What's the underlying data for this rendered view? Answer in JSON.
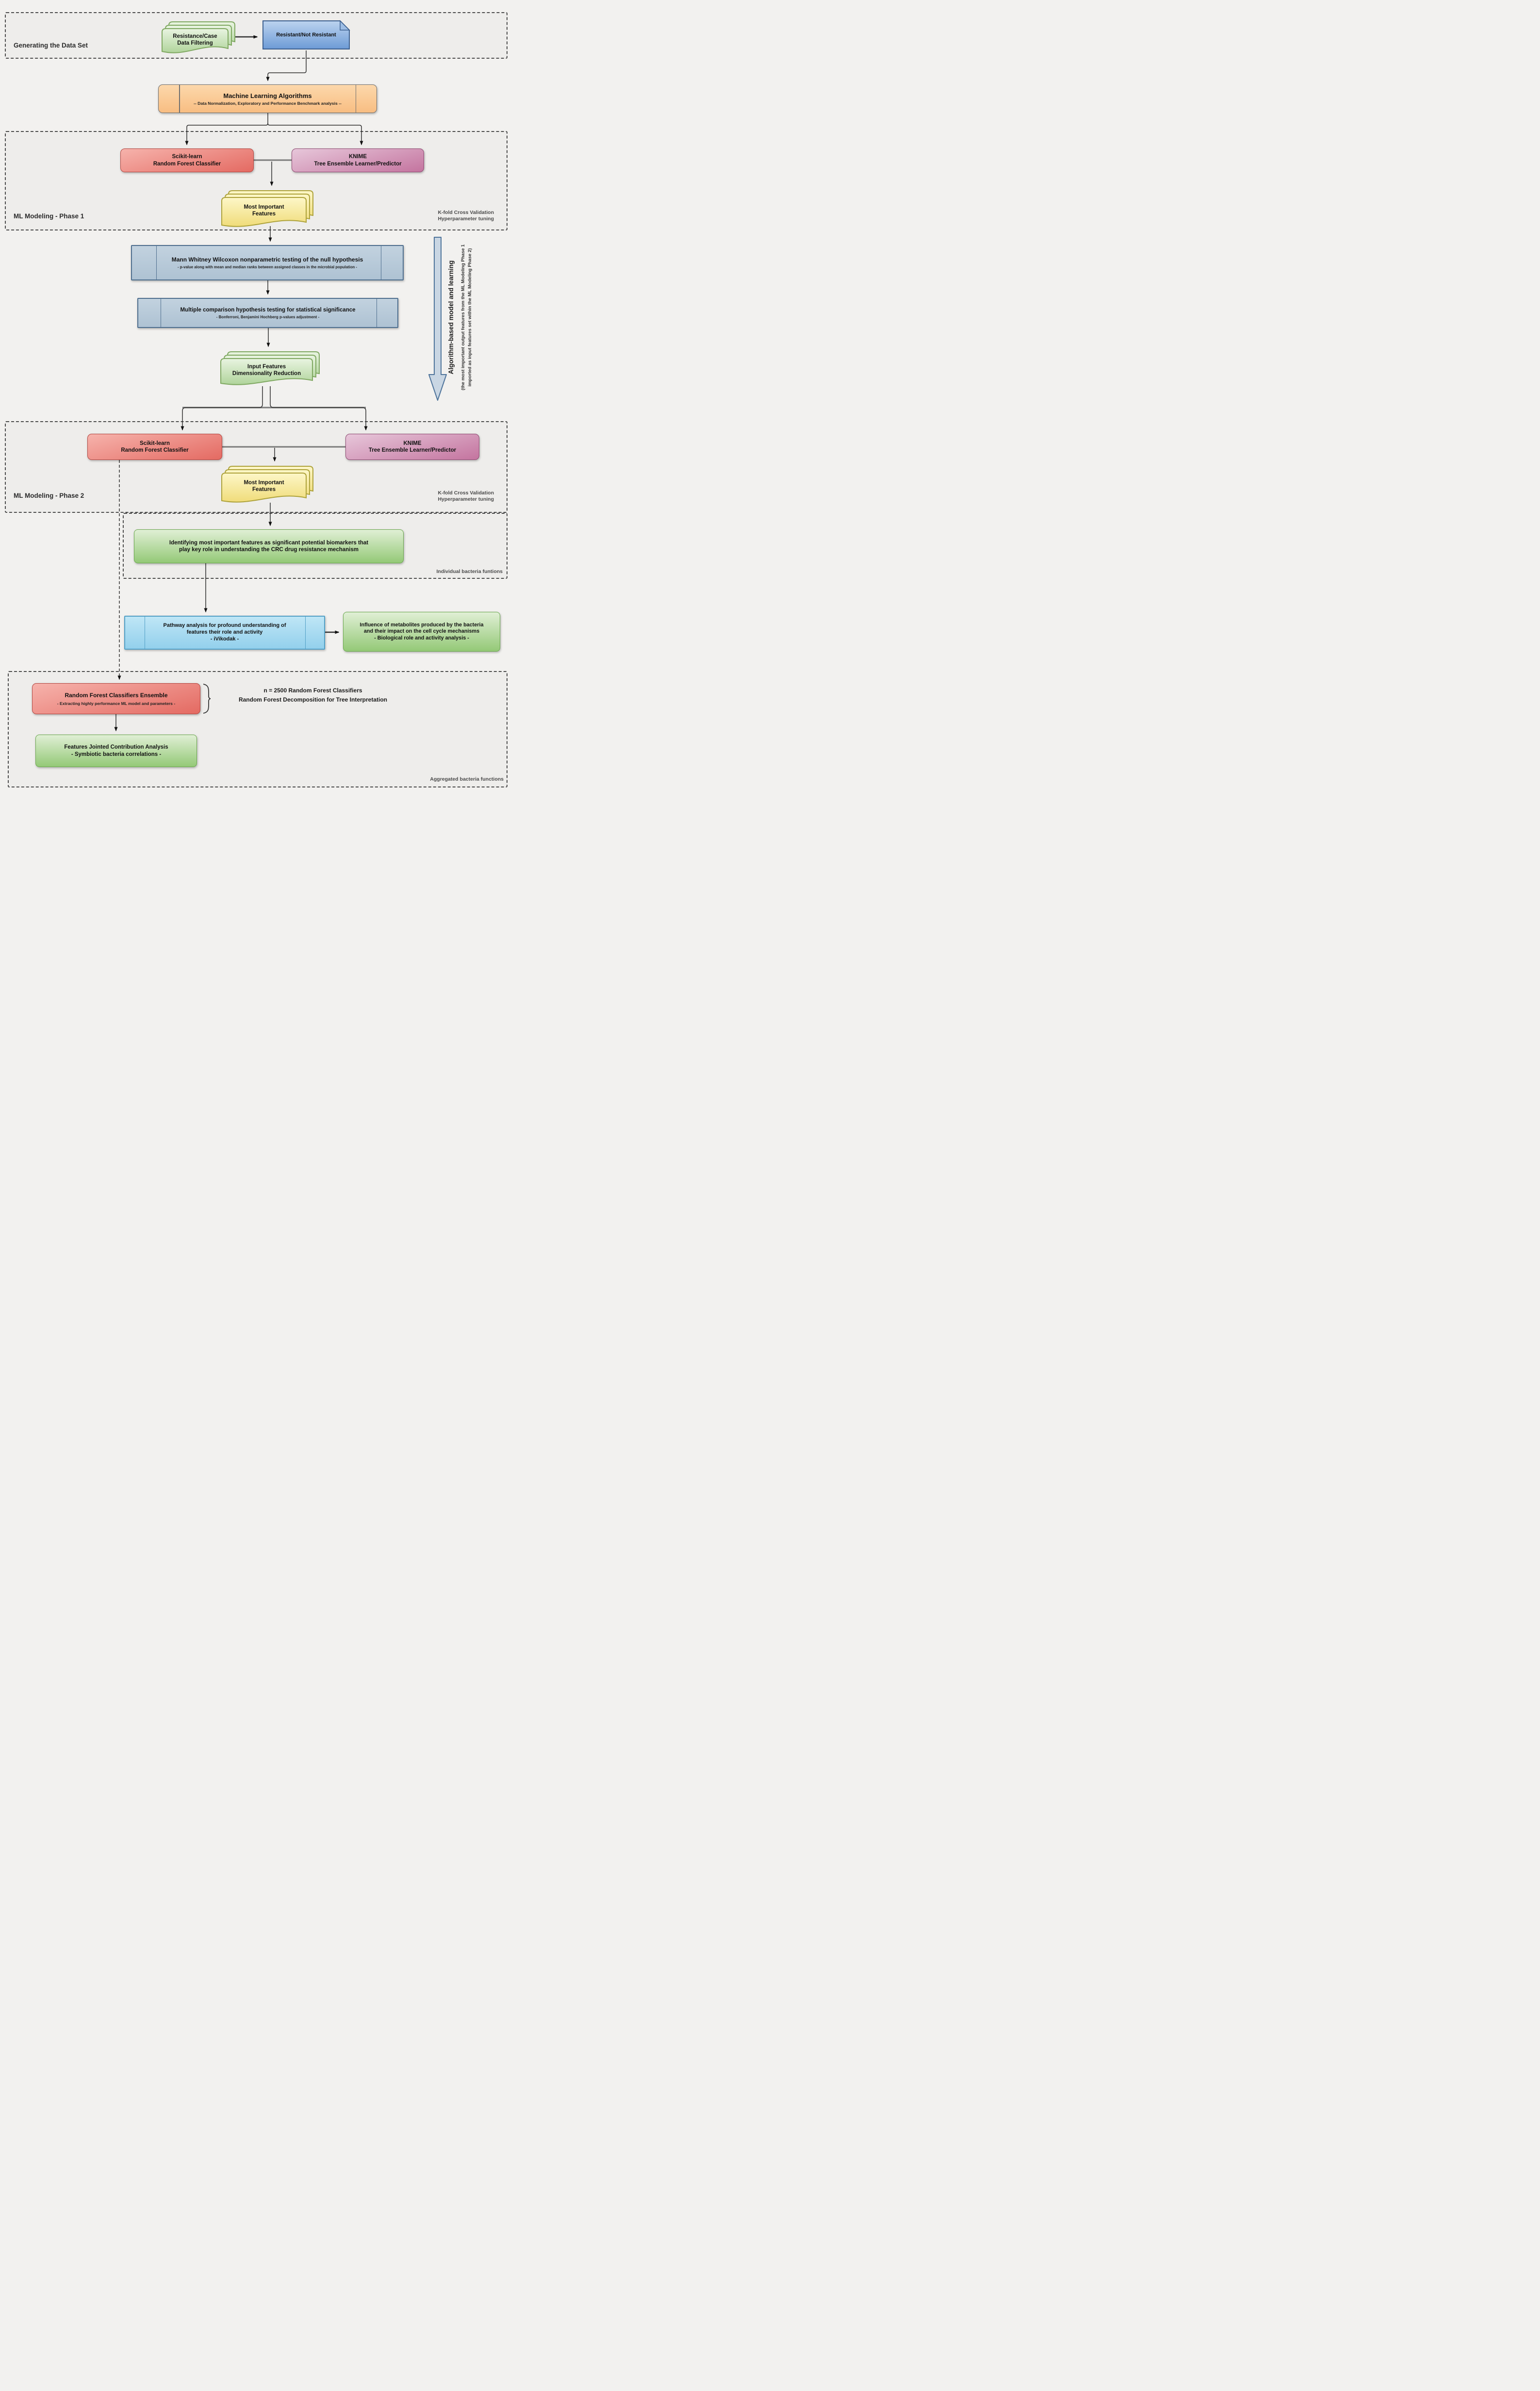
{
  "sections": {
    "generating_dataset": {
      "label": "Generating the Data Set"
    },
    "ml_phase1": {
      "label": "ML Modeling - Phase 1",
      "note": "K-fold Cross Validation\nHyperparameter tuning"
    },
    "ml_phase2": {
      "label": "ML Modeling - Phase 2",
      "note": "K-fold Cross Validation\nHyperparameter tuning"
    },
    "individual_bacteria": {
      "note": "Individual bacteria funtions"
    },
    "aggregated_bacteria": {
      "note": "Aggregated bacteria functions"
    }
  },
  "nodes": {
    "resistance_case": {
      "label": "Resistance/Case\nData Filtering"
    },
    "resistant_not": {
      "label": "Resistant/Not Resistant"
    },
    "ml_algorithms": {
      "title": "Machine Learning Algorithms",
      "subtitle": "-- Data Normalization, Exploratory and Performance Benchmark analysis --"
    },
    "sklearn_rf_p1": {
      "label": "Scikit-learn\nRandom Forest Classifier"
    },
    "knime_p1": {
      "label": "KNIME\nTree Ensemble Learner/Predictor"
    },
    "most_important_p1": {
      "label": "Most Important\nFeatures"
    },
    "mann_whitney": {
      "title": "Mann Whitney Wilcoxon nonparametric testing of the null hypothesis",
      "subtitle": "- p-value along with mean and median ranks between assigned classes in the microbial population -"
    },
    "multiple_comparison": {
      "title": "Multiple comparison hypothesis testing for statistical significance",
      "subtitle": "- Bonferroni, Benjamini Hochberg p-values adjustment -"
    },
    "input_features": {
      "label": "Input Features\nDimensionality Reduction"
    },
    "sklearn_rf_p2": {
      "label": "Scikit-learn\nRandom Forest Classifier"
    },
    "knime_p2": {
      "label": "KNIME\nTree Ensemble Learner/Predictor"
    },
    "most_important_p2": {
      "label": "Most Important\nFeatures"
    },
    "biomarkers": {
      "label": "Identifying most important features as significant potential biomarkers that\nplay key role in understanding the CRC drug resistance mechanism"
    },
    "pathway_analysis": {
      "label": "Pathway analysis for profound understanding of\nfeatures their role and activity\n- iVikodak -"
    },
    "metabolites": {
      "label": "Influence of metabolites produced by the bacteria\nand their impact on the cell cycle mechanisms\n- Biological role and activity analysis -"
    },
    "rf_ensemble": {
      "title": "Random Forest Classifiers Ensemble",
      "subtitle": "- Extracting highly performance ML model and parameters -"
    },
    "ensemble_note": {
      "label": "n = 2500 Random Forest Classifiers\nRandom Forest Decomposition for Tree Interpretation"
    },
    "features_jointed": {
      "label": "Features Jointed Contribution Analysis\n- Symbiotic bacteria correlations  -"
    }
  },
  "side_annotation": {
    "title": "Algorithm-based model and learning",
    "subtitle": "(the most important output features from the ML Modeling Phase 1\nimported as input features set within the ML Modeling Phase 2)"
  },
  "colors": {
    "background": "#f2f1ef",
    "doc_green": "#b7d7a8",
    "doc_blue": "#7da7d9",
    "doc_yellow": "#f3e27e",
    "process_orange": "#f8bd82",
    "box_red": "#e46a62",
    "box_purple": "#c4749f",
    "box_bluegray": "#aec2d3",
    "box_lightblue": "#93d0ec",
    "box_green": "#94c977",
    "big_arrow": "#c9d6e3"
  }
}
